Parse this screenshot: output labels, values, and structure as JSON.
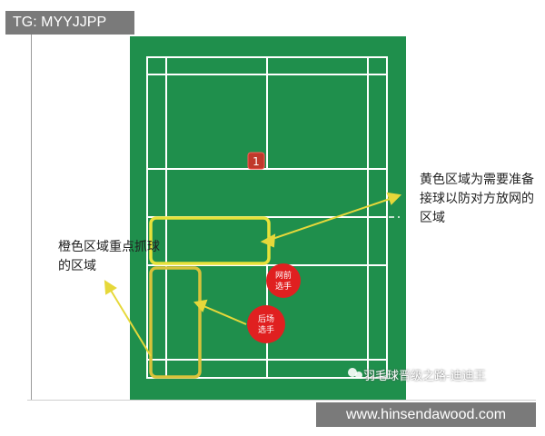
{
  "watermark_top": "TG: MYYJJPP",
  "watermark_bottom": "www.hinsendawood.com",
  "court_watermark": "羽毛球晋级之路-迪迪王",
  "position_marker": "1",
  "annotations": {
    "yellow_zone": "黄色区域为需要准备接球以防对方放网的区域",
    "orange_zone": "橙色区域重点抓球的区域"
  },
  "players": {
    "front": [
      "网前",
      "选手"
    ],
    "back": [
      "后场",
      "选手"
    ]
  },
  "colors": {
    "court": "#1f8f4c",
    "lines": "#ffffff",
    "yellow_box": "#e8e23a",
    "orange_box": "#d8c33a",
    "arrow": "#e6d83a",
    "player": "#e02020",
    "marker": "#c0392b"
  }
}
